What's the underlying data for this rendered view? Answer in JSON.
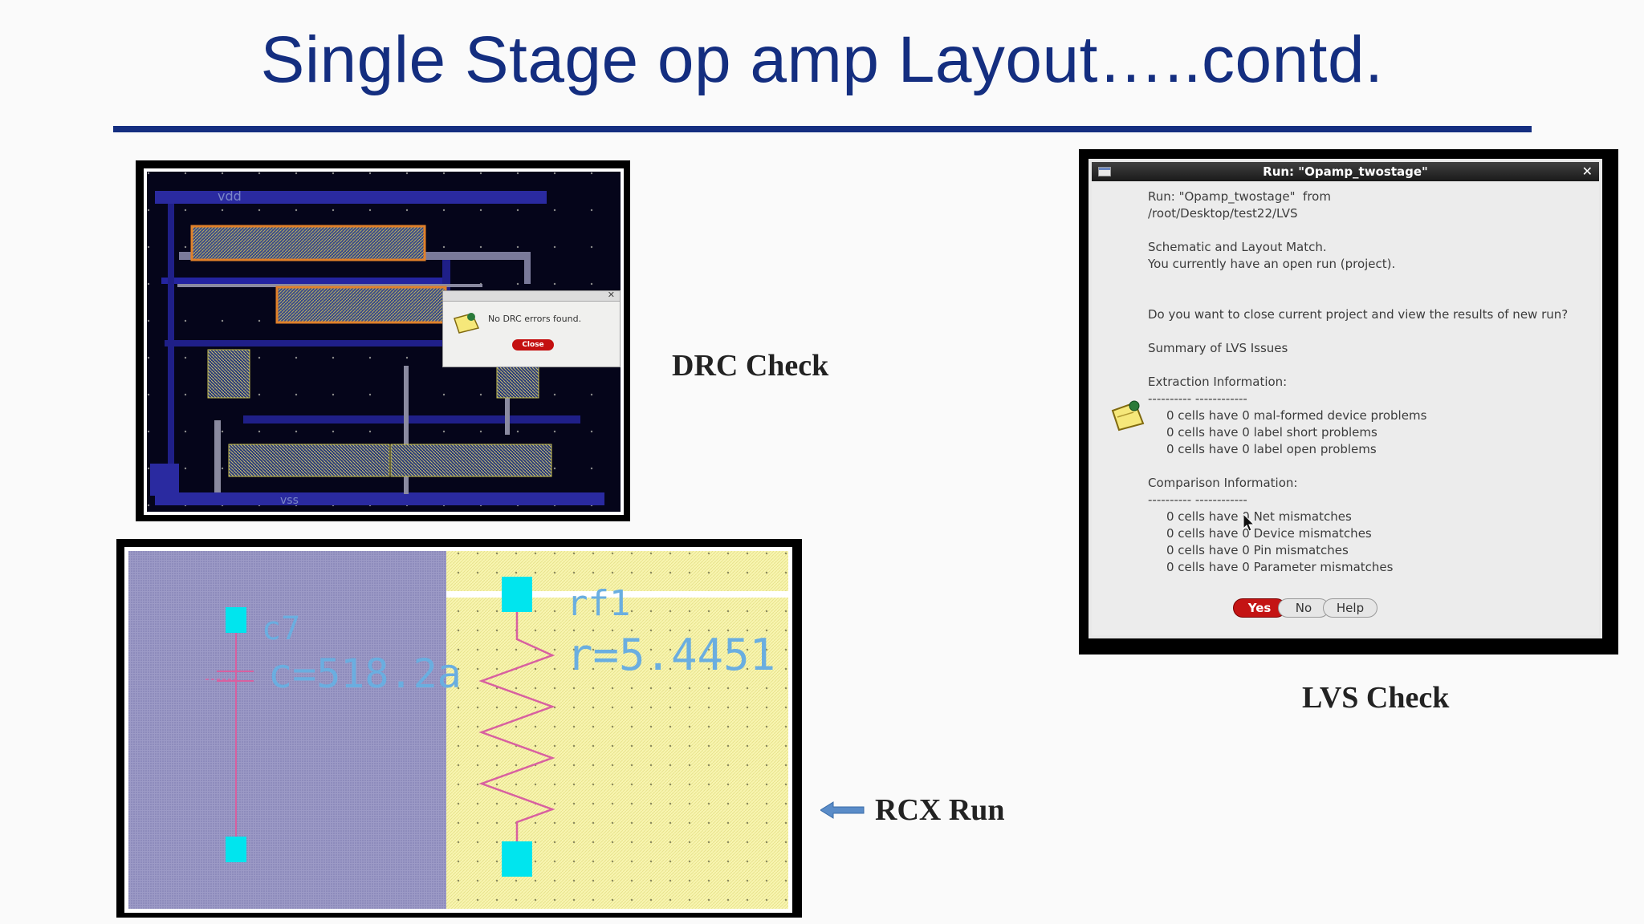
{
  "slide": {
    "title": "Single Stage op amp Layout…..contd."
  },
  "drc": {
    "caption": "DRC Check",
    "layout_labels": {
      "top_net": "vdd",
      "bottom_net": "vss"
    },
    "dialog": {
      "message": "No DRC errors found.",
      "close_label": "Close"
    }
  },
  "rcx": {
    "caption": "RCX Run",
    "capacitor": {
      "name": "c7",
      "value": "c=518.2a"
    },
    "resistor": {
      "name": "rf1",
      "value": "r=5.4451"
    }
  },
  "lvs": {
    "caption": "LVS Check",
    "window_title": "Run: \"Opamp_twostage\"",
    "lines": [
      "Run: \"Opamp_twostage\"  from",
      "/root/Desktop/test22/LVS",
      "Schematic and Layout Match.",
      "You currently have an open run (project).",
      "Do you want to close current project and view the results of new run?",
      "Summary of LVS Issues",
      "Extraction Information:",
      "---------- ------------",
      "0 cells have 0 mal-formed device problems",
      "0 cells have 0 label short problems",
      "0 cells have 0 label open problems",
      "Comparison Information:",
      "---------- ------------",
      "0 cells have 0 Net mismatches",
      "0 cells have 0 Device mismatches",
      "0 cells have 0 Pin mismatches",
      "0 cells have 0 Parameter mismatches"
    ],
    "buttons": {
      "yes": "Yes",
      "no": "No",
      "help": "Help"
    }
  },
  "colors": {
    "title_blue": "#142e80",
    "close_red": "#c41414",
    "rcx_left_bg": "#9a98c4",
    "rcx_right_bg": "#f8f5a8",
    "rcx_pad": "#00e5ee",
    "rcx_label": "#5aa8e0"
  }
}
